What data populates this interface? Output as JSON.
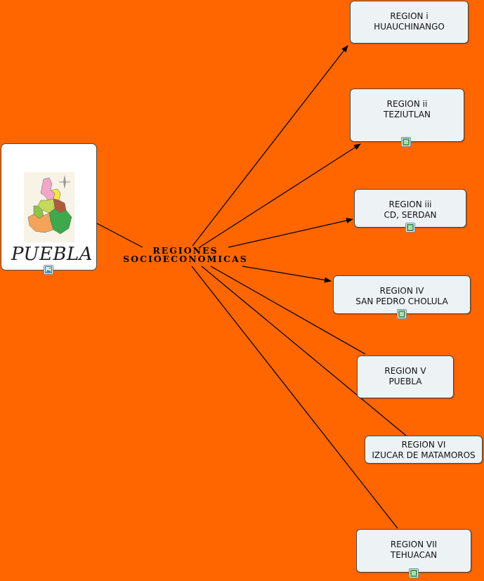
{
  "root": {
    "label": "PUEBLA",
    "image_name": "puebla-map-thumbnail"
  },
  "center": {
    "line1": "REGIONES",
    "line2": "SOCIOECONOMICAS"
  },
  "regions": [
    {
      "line1": "REGION i",
      "line2": "HUAUCHINANGO"
    },
    {
      "line1": "REGION ii",
      "line2": "TEZIUTLAN"
    },
    {
      "line1": "REGION iii",
      "line2": "CD, SERDAN"
    },
    {
      "line1": "REGION IV",
      "line2": "SAN PEDRO CHOLULA"
    },
    {
      "line1": "REGION V",
      "line2": "PUEBLA"
    },
    {
      "line1": "REGION VI",
      "line2": "IZUCAR DE MATAMOROS"
    },
    {
      "line1": "REGION VII",
      "line2": "TEHUACAN"
    }
  ],
  "icons": {
    "video": "video-film-icon",
    "image": "image-picture-icon"
  },
  "colors": {
    "background": "#ff6600",
    "node_fill": "#edf2f5",
    "line": "#000000"
  }
}
